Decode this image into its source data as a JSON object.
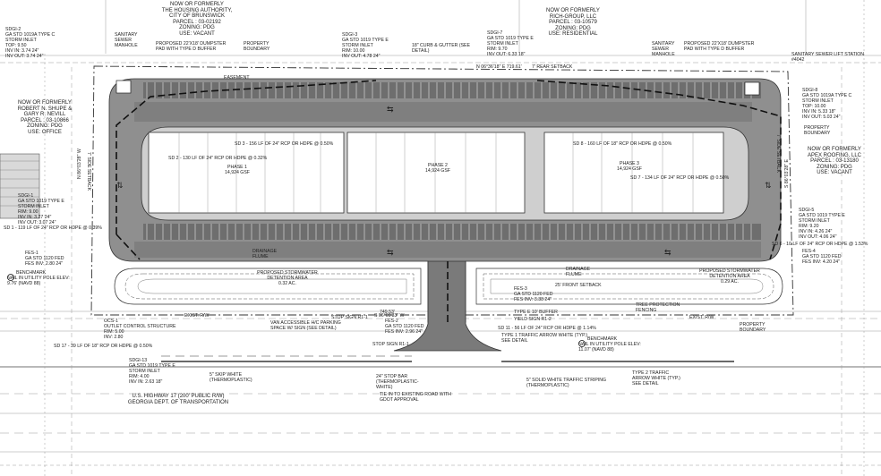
{
  "owners": {
    "housing_authority": {
      "line1": "NOW OR FORMERLY",
      "line2": "THE HOUSING AUTHORITY,",
      "line3": "CITY OF BRUNSWICK",
      "parcel": "PARCEL : 03-02192",
      "zoning": "ZONING: PDG",
      "use": "USE: VACANT"
    },
    "rich_group": {
      "line1": "NOW OR FORMERLY",
      "line2": "RICH-GROUP, LLC",
      "parcel": "PARCEL : 03-10579",
      "zoning": "ZONING: PDG",
      "use": "USE: RESIDENTIAL"
    },
    "shupe_nevill": {
      "line1": "NOW OR FORMERLY",
      "line2": "ROBERT N. SHUPE &",
      "line3": "GARY R. NEVILL",
      "parcel": "PARCEL : 03-10866",
      "zoning": "ZONING: PDG",
      "use": "USE: OFFICE"
    },
    "apex_roofing": {
      "line1": "NOW OR FORMERLY",
      "line2": "APEX ROOFING, LLC",
      "parcel": "PARCEL : 03-13180",
      "zoning": "ZONING: PDG",
      "use": "USE: VACANT"
    }
  },
  "phases": {
    "phase1": {
      "name": "PHASE 1",
      "area": "14,924 GSF"
    },
    "phase2": {
      "name": "PHASE 2",
      "area": "14,924 GSF"
    },
    "phase3": {
      "name": "PHASE 3",
      "area": "14,924 GSF"
    }
  },
  "structures": {
    "sdgi2": {
      "id": "SDGI-2",
      "type": "GA STD 1019A TYPE C",
      "inlet": "STORM INLET",
      "top": "TOP: 9.50",
      "inv_in": "INV IN: 3.74  24\"",
      "inv_out": "INV OUT: 3.74  24\""
    },
    "sdgi3": {
      "id": "SDGI-3",
      "type": "GA STD 1019 TYPE E",
      "inlet": "STORM INLET",
      "rim": "RIM: 10.00",
      "inv_out": "INV OUT: 4.78  24\""
    },
    "sdgi7": {
      "id": "SDGI-7",
      "type": "GA STD 1019 TYPE E",
      "inlet": "STORM INLET",
      "rim": "RIM: 9.70",
      "inv_out": "INV OUT: 6.33  18\""
    },
    "sdgi8": {
      "id": "SDGI-8",
      "type": "GA STD 1019A TYPE C",
      "inlet": "STORM INLET",
      "top": "TOP: 10.00",
      "inv_in": "INV IN: 5.33  18\"",
      "inv_out": "INV OUT: 5.03  24\""
    },
    "sdgi1": {
      "id": "SDGI-1",
      "type": "GA STD 1019 TYPE E",
      "inlet": "STORM INLET",
      "rim": "RIM: 9.00",
      "inv_in": "INV IN: 3.27  24\"",
      "inv_out": "INV OUT: 3.07  24\""
    },
    "sdgi5": {
      "id": "SDGI-5",
      "type": "GA STD 1019 TYPE E",
      "inlet": "STORM INLET",
      "rim": "RIM: 9.20",
      "inv_in": "INV IN: 4.26  24\"",
      "inv_out": "INV OUT: 4.06  24\""
    },
    "sdgi13": {
      "id": "SDGI-13",
      "type": "GA STD 1019 TYPE E",
      "inlet": "STORM INLET",
      "rim": "RIM: 4.00",
      "inv_in": "INV IN: 2.63  18\""
    },
    "fes1": {
      "id": "FES-1",
      "type": "GA STD 1120 FED",
      "inv": "FES INV: 2.80  24\""
    },
    "fes4": {
      "id": "FES-4",
      "type": "GA STD 1120 FED",
      "inv": "FES INV: 4.20  24\""
    },
    "fes2": {
      "id": "FES-2",
      "type": "GA STD 1120 FED",
      "inv": "FES INV: 2.96  24\""
    },
    "fes3": {
      "id": "FES-3",
      "type": "GA STD 1120 FED",
      "inv": "FES INV: 3.38  24\""
    },
    "ocs1": {
      "id": "OCS-1",
      "type": "OUTLET CONTROL STRUCTURE",
      "rim": "RIM: 5.00",
      "inv": "INV: 2.80"
    }
  },
  "pipes": {
    "sd3": "SD 3 - 156 LF OF 24\" RCP OR HDPE @ 0.50%",
    "sd2": "SD 2 - 130 LF OF 24\" RCP OR HDPE @ 0.32%",
    "sd1": "SD 1 - 119 LF OF 24\" RCP OR HDPE @ 0.39%",
    "sd8": "SD 8 - 160 LF OF 18\" RCP OR HDPE @ 0.50%",
    "sd7": "SD 7 - 134 LF OF 24\" RCP OR HDPE @ 0.50%",
    "sd6": "SD 6 - 10 LF OF 24\" RCP OR HDPE @ 1.53%",
    "sd11": "SD 11 - 56 LF OF 24\" RCP OR HDPE @ 1.14%",
    "sd17": "SD 17 - 39 LF OF 18\" RCP OR HDPE @ 0.50%"
  },
  "callouts": {
    "dumpster_left": "PROPOSED 22'x18' DUMPSTER PAD WITH TYPE D BUFFER",
    "dumpster_right": "PROPOSED 22'x18' DUMPSTER PAD WITH TYPE D BUFFER",
    "property_boundary": "PROPERTY BOUNDARY",
    "curb_gutter": "18\" CURB & GUTTER (SEE DETAIL)",
    "rear_setback": "7' REAR SETBACK",
    "side_setback": "7' SIDE SETBACK",
    "front_setback": "25' FRONT SETBACK",
    "easement": "EASEMENT",
    "sanitary_manhole": "SANITARY SEWER MANHOLE",
    "sanitary_lift": "SANITARY SEWER LIFT STATION #4042",
    "drainage_flume": "DRAINAGE FLUME",
    "detention_left": "PROPOSED STORMWATER DETENTION AREA",
    "detention_left_ac": "0.32 AC.",
    "detention_right": "PROPOSED STORMWATER DETENTION AREA",
    "detention_right_ac": "0.29 AC.",
    "buffer_10": "TYPE E 10' BUFFER",
    "tree_protection": "TREE PROTECTION FENCING",
    "exist_rw": "EXIST. R/W",
    "van_accessible": "VAN ACCESSIBLE H/C PARKING SPACE W/ SIGN (SEE DETAIL)",
    "stop_sign_r11": "STOP SIGN R1-1",
    "yield_sign": "YIELD SIGN R1-2",
    "arrow_type1": "TYPE 1 TRAFFIC ARROW WHITE (TYP.) SEE DETAIL",
    "arrow_type2": "TYPE 2 TRAFFIC ARROW WHITE (TYP.) SEE DETAIL",
    "skip_white": "5\" SKIP WHITE (THERMOPLASTIC)",
    "stop_bar": "24\" STOP BAR (THERMOPLASTIC-WHITE)",
    "solid_white": "5\" SOLID WHITE TRAFFIC STRIPING (THERMOPLASTIC)",
    "tie_in": "TIE IN TO EXISTING ROAD WITH GDOT APPROVAL",
    "highway": "U.S. HIGHWAY 17 (200' PUBLIC R/W)",
    "gdot": "GEORGIA DEPT. OF TRANSPORTATION",
    "benchmark_left": "BENCHMARK",
    "benchmark_left_desc": "NAIL IN UTILITY POLE ELEV: 9.76' (NAVD 88)",
    "benchmark_right": "BENCHMARK",
    "benchmark_right_desc": "NAIL IN UTILITY POLE ELEV: 11.07' (NAVD 88)"
  },
  "bearings": {
    "rear": "N 06°36'18\" E  719.61'",
    "front": "S 06°09'33\" W",
    "front_dist": "749.53'",
    "west": "N 86°03'28\" W",
    "east": "S 86°03'28\" E"
  },
  "colors": {
    "pavement": "#8f8f8f",
    "pavement_dark": "#6e6e6e",
    "building": "#ffffff",
    "line": "#222222",
    "detention": "#ffffff"
  }
}
